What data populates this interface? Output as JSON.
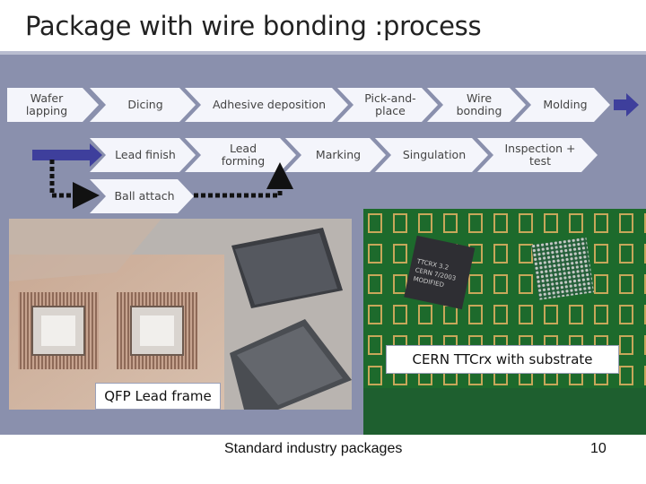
{
  "slide": {
    "title": "Package with wire bonding :process",
    "page_number": "10",
    "footer_caption": "Standard industry packages"
  },
  "process": {
    "row1": [
      "Wafer lapping",
      "Dicing",
      "Adhesive deposition",
      "Pick-and-place",
      "Wire bonding",
      "Molding"
    ],
    "row2": [
      "Lead finish",
      "Lead forming",
      "Marking",
      "Singulation",
      "Inspection + test"
    ],
    "row3": [
      "Ball attach"
    ]
  },
  "photos": {
    "left_caption": "QFP Lead frame",
    "right_caption": "CERN TTCrx with substrate",
    "chip_marking": [
      "TTCRX 3.2",
      "CERN 7/2003",
      "MODIFIED"
    ]
  },
  "colors": {
    "band": "#8a90ad",
    "arrow": "#3e3f9c",
    "chevron": "#f4f5fb"
  }
}
